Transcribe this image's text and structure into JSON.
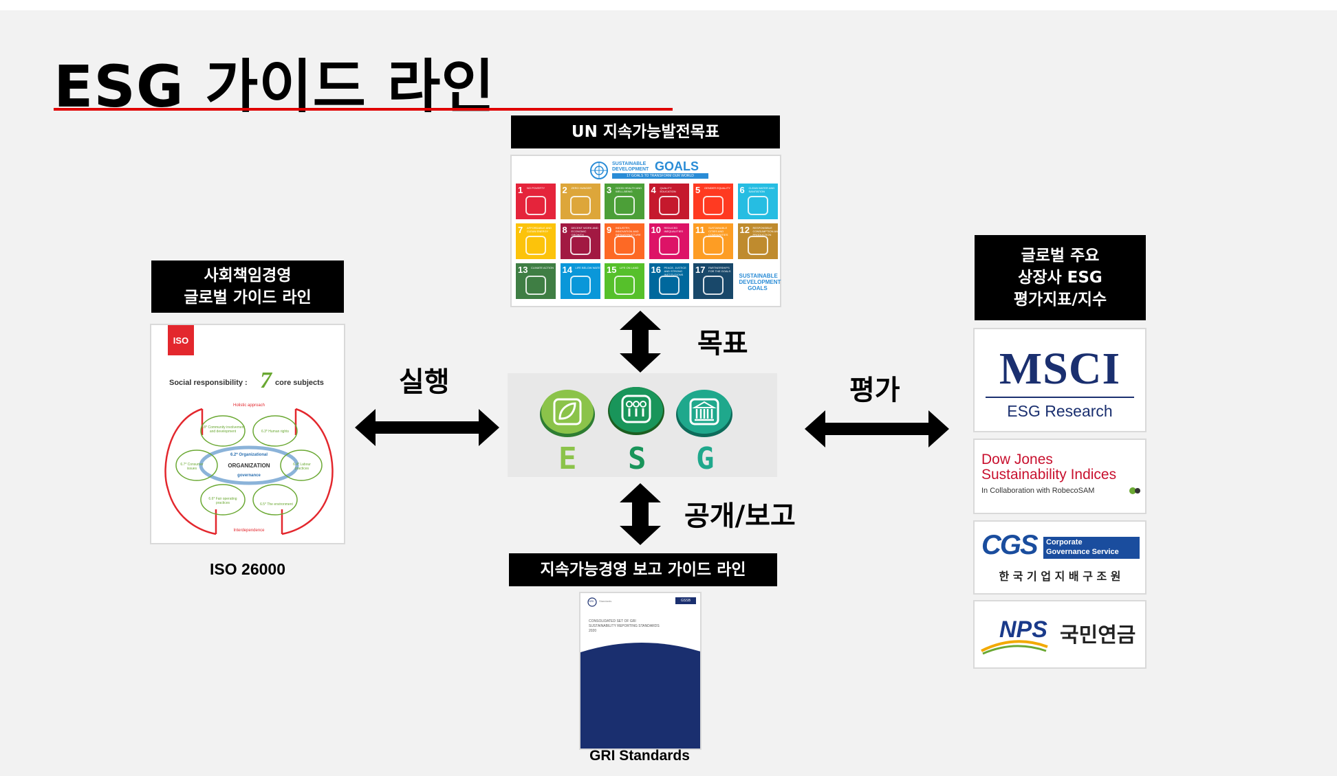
{
  "title": "ESG 가이드 라인",
  "colors": {
    "accent_rule": "#e00000",
    "label_bg": "#000000",
    "esg_green": "#2e9e5a",
    "msci_blue": "#1a2f6f",
    "dj_red": "#c8102e",
    "cgs_blue": "#1a4d9e",
    "nps_blue": "#1a3a8a"
  },
  "sdg": {
    "label": "UN 지속가능발전목표",
    "logo_line1": "SUSTAINABLE DEVELOPMENT",
    "logo_goals": "GOALS",
    "logo_line2": "17 GOALS TO TRANSFORM OUR WORLD",
    "last_tile": "SUSTAINABLE DEVELOPMENT GOALS",
    "goals": [
      {
        "n": "1",
        "t": "NO POVERTY",
        "color": "#e5243b"
      },
      {
        "n": "2",
        "t": "ZERO HUNGER",
        "color": "#dda63a"
      },
      {
        "n": "3",
        "t": "GOOD HEALTH AND WELL-BEING",
        "color": "#4c9f38"
      },
      {
        "n": "4",
        "t": "QUALITY EDUCATION",
        "color": "#c5192d"
      },
      {
        "n": "5",
        "t": "GENDER EQUALITY",
        "color": "#ff3a21"
      },
      {
        "n": "6",
        "t": "CLEAN WATER AND SANITATION",
        "color": "#26bde2"
      },
      {
        "n": "7",
        "t": "AFFORDABLE AND CLEAN ENERGY",
        "color": "#fcc30b"
      },
      {
        "n": "8",
        "t": "DECENT WORK AND ECONOMIC GROWTH",
        "color": "#a21942"
      },
      {
        "n": "9",
        "t": "INDUSTRY, INNOVATION AND INFRASTRUCTURE",
        "color": "#fd6925"
      },
      {
        "n": "10",
        "t": "REDUCED INEQUALITIES",
        "color": "#dd1367"
      },
      {
        "n": "11",
        "t": "SUSTAINABLE CITIES AND COMMUNITIES",
        "color": "#fd9d24"
      },
      {
        "n": "12",
        "t": "RESPONSIBLE CONSUMPTION AND PRODUCTION",
        "color": "#bf8b2e"
      },
      {
        "n": "13",
        "t": "CLIMATE ACTION",
        "color": "#3f7e44"
      },
      {
        "n": "14",
        "t": "LIFE BELOW WATER",
        "color": "#0a97d9"
      },
      {
        "n": "15",
        "t": "LIFE ON LAND",
        "color": "#56c02b"
      },
      {
        "n": "16",
        "t": "PEACE, JUSTICE AND STRONG INSTITUTIONS",
        "color": "#00689d"
      },
      {
        "n": "17",
        "t": "PARTNERSHIPS FOR THE GOALS",
        "color": "#19486a"
      }
    ]
  },
  "arrows": {
    "goal": "목표",
    "execute": "실행",
    "evaluate": "평가",
    "disclose": "공개/보고"
  },
  "esg": {
    "letters": [
      "E",
      "S",
      "G"
    ]
  },
  "iso": {
    "label_line1": "사회책임경영",
    "label_line2": "글로벌 가이드 라인",
    "caption": "ISO 26000",
    "logo": "ISO",
    "heading_prefix": "Social responsibility :",
    "heading_number": "7",
    "heading_suffix": "core subjects",
    "holistic": "Holistic approach",
    "interdependence": "Interdependence",
    "center": "ORGANIZATION",
    "org_gov_1": "6.2* Organizational",
    "org_gov_2": "governance",
    "subjects": [
      "6.8* Community involvement and development",
      "6.3* Human rights",
      "6.7* Consumer issues",
      "6.4* Labour practices",
      "6.6* Fair operating practices",
      "6.5* The environment"
    ]
  },
  "gri": {
    "label": "지속가능경영 보고 가이드 라인",
    "caption": "GRI Standards",
    "logo": "GRI",
    "logo_sub": "Standards",
    "badge": "GSSB",
    "doc_title_1": "CONSOLIDATED SET OF GRI",
    "doc_title_2": "SUSTAINABILITY REPORTING STANDARDS",
    "doc_year": "2020"
  },
  "ratings": {
    "label_line1": "글로벌 주요",
    "label_line2": "상장사 ESG",
    "label_line3": "평가지표/지수",
    "msci_name": "MSCI",
    "msci_sub": "ESG Research",
    "dj_line1": "Dow Jones",
    "dj_line2": "Sustainability Indices",
    "dj_line3": "In Collaboration with RobecoSAM",
    "cgs_logo": "CGS",
    "cgs_text1": "Corporate",
    "cgs_text2": "Governance Service",
    "cgs_korean": "한 국 기 업 지 배 구 조 원",
    "nps_logo": "NPS",
    "nps_korean": "국민연금"
  }
}
